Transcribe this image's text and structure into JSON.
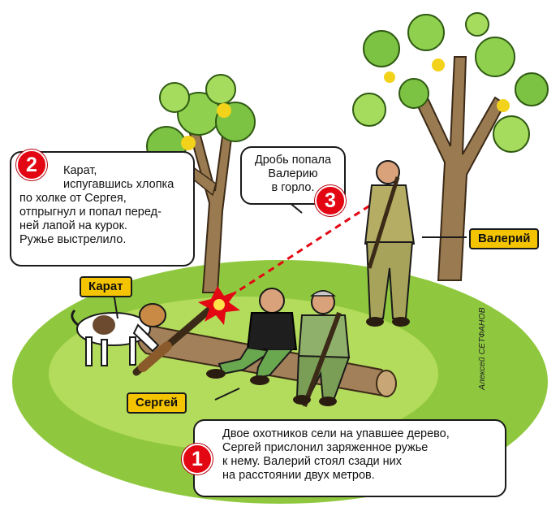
{
  "callouts": {
    "step1": {
      "number": "1",
      "lines": [
        "Двое охотников сели на упавшее дерево,",
        "Сергей прислонил заряженное ружье",
        "к нему. Валерий стоял сзади них",
        "на расстоянии двух метров."
      ]
    },
    "step2": {
      "number": "2",
      "lines": [
        "Карат,",
        "испугавшись хлопка",
        "по холке от Сергея,",
        "отпрыгнул и попал перед-",
        "ней лапой на курок.",
        "Ружье выстрелило."
      ]
    },
    "step3": {
      "number": "3",
      "lines": [
        "Дробь попала",
        "Валерию",
        "в горло."
      ]
    }
  },
  "labels": {
    "dog": "Карат",
    "sergey": "Сергей",
    "valery": "Валерий"
  },
  "credit": "Алексей СЕТФАНОВ",
  "colors": {
    "number_badge": "#e30613",
    "name_label": "#f5c400",
    "grass": "#8fc83e",
    "camouflage": "#a8a35a",
    "shot_trajectory": "#e30613"
  },
  "icons": [
    "tree",
    "dog",
    "rifle",
    "muzzle-flash",
    "hunter"
  ]
}
